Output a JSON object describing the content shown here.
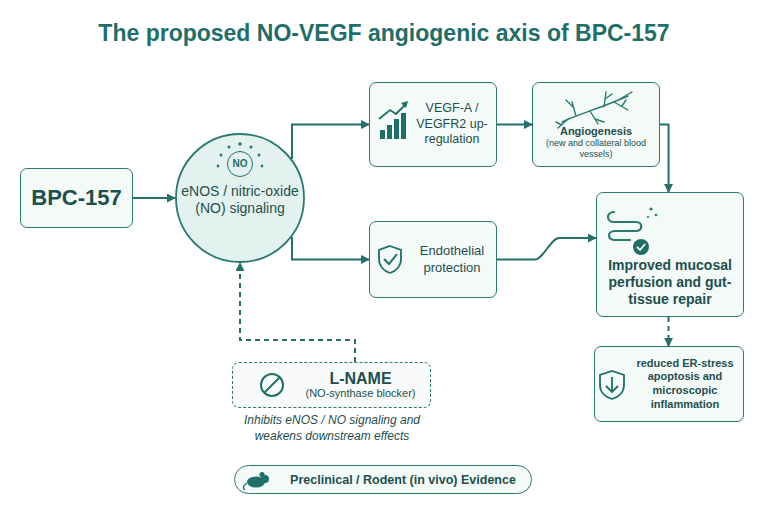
{
  "diagram": {
    "title": "The proposed NO-VEGF angiogenic axis of BPC-157",
    "nodes": [
      {
        "text": [
          "BPC-157"
        ]
      },
      {
        "text": [
          "NO",
          "eNOS / nitric-oxide (NO) signaling"
        ]
      },
      {
        "text": [
          "VEGF-A / VEGFR2 up-regulation"
        ]
      },
      {
        "text": [
          "Angiogenesis",
          "(new and collateral blood vessels)"
        ]
      },
      {
        "text": [
          "Endothelial protection"
        ]
      },
      {
        "text": [
          "Improved mucosal perfusion and gut-tissue repair"
        ]
      },
      {
        "text": [
          "reduced ER-stress apoptosis and microscopic inflammation"
        ]
      },
      {
        "text": [
          "L-NAME",
          "(NO-synthase blocker)"
        ]
      },
      {
        "text": [
          "Preclinical / Rodent (in vivo) Evidence"
        ]
      }
    ],
    "edges": [
      {
        "from": 0,
        "to": 1,
        "arrow": "to"
      },
      {
        "from": 1,
        "to": 2,
        "arrow": "to"
      },
      {
        "from": 2,
        "to": 3,
        "arrow": "to"
      },
      {
        "from": 1,
        "to": 4,
        "arrow": "to"
      },
      {
        "from": 3,
        "to": 5,
        "arrow": "to"
      },
      {
        "from": 4,
        "to": 5,
        "arrow": "to"
      },
      {
        "from": 5,
        "to": 6,
        "arrow": "to"
      },
      {
        "from": 7,
        "to": 1,
        "arrow": "to"
      }
    ],
    "labels": [
      "Inhibits eNOS / NO signaling and weakens downstream effects"
    ]
  }
}
